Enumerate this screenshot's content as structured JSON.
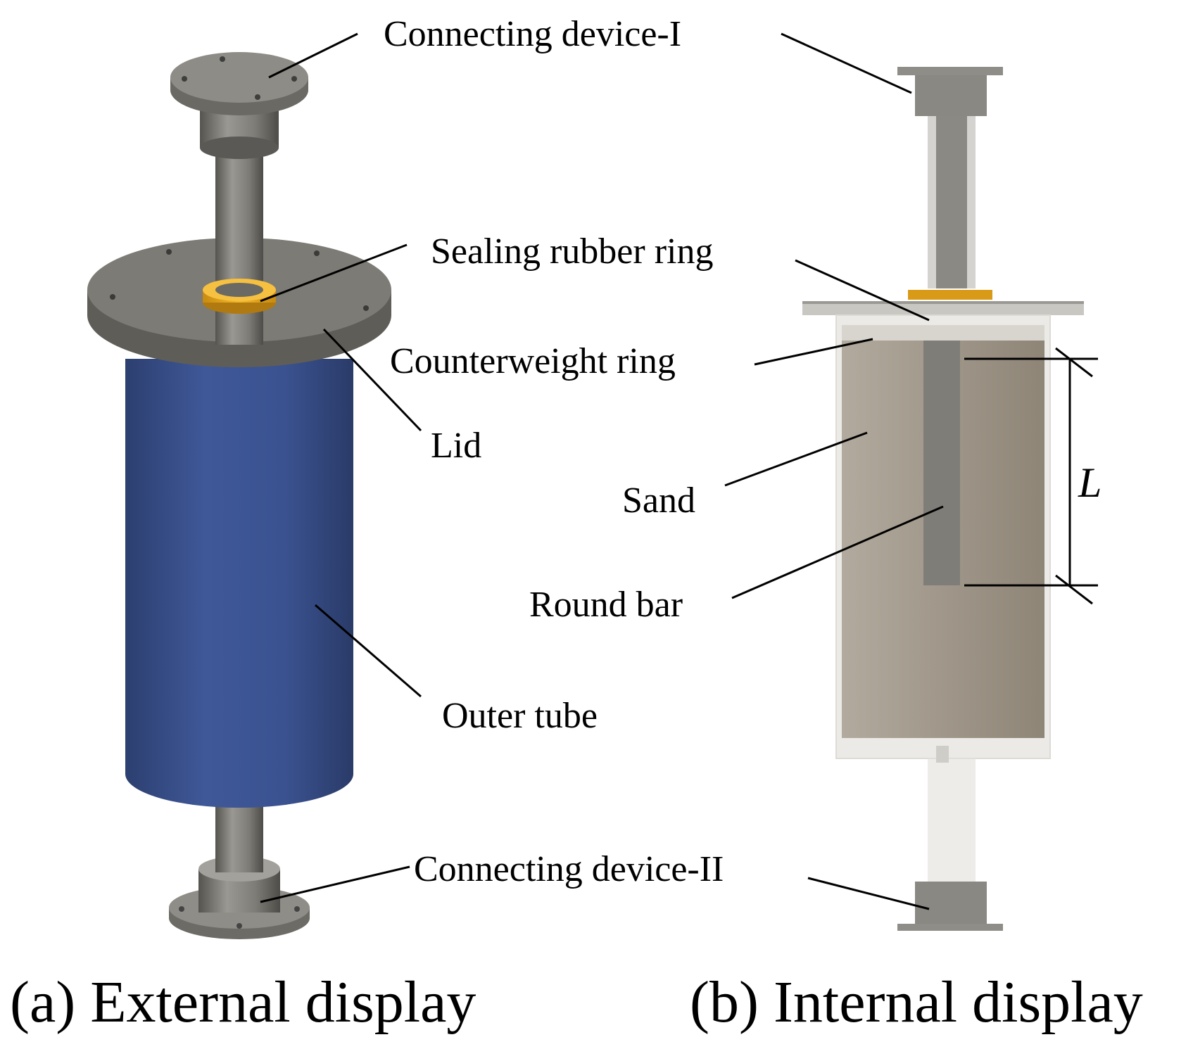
{
  "labels": {
    "connecting_device_1": "Connecting device-I",
    "sealing_rubber_ring": "Sealing rubber ring",
    "counterweight_ring": "Counterweight ring",
    "lid": "Lid",
    "sand": "Sand",
    "round_bar": "Round bar",
    "outer_tube": "Outer tube",
    "connecting_device_2": "Connecting device-II",
    "length_symbol": "L"
  },
  "captions": {
    "a": "(a) External display",
    "b": "(b) Internal display"
  },
  "colors": {
    "outer_tube": "#3c5490",
    "steel": "#7a7872",
    "rubber_ring": "#e0a020",
    "sand": "#9c9284",
    "leader": "#000000"
  }
}
